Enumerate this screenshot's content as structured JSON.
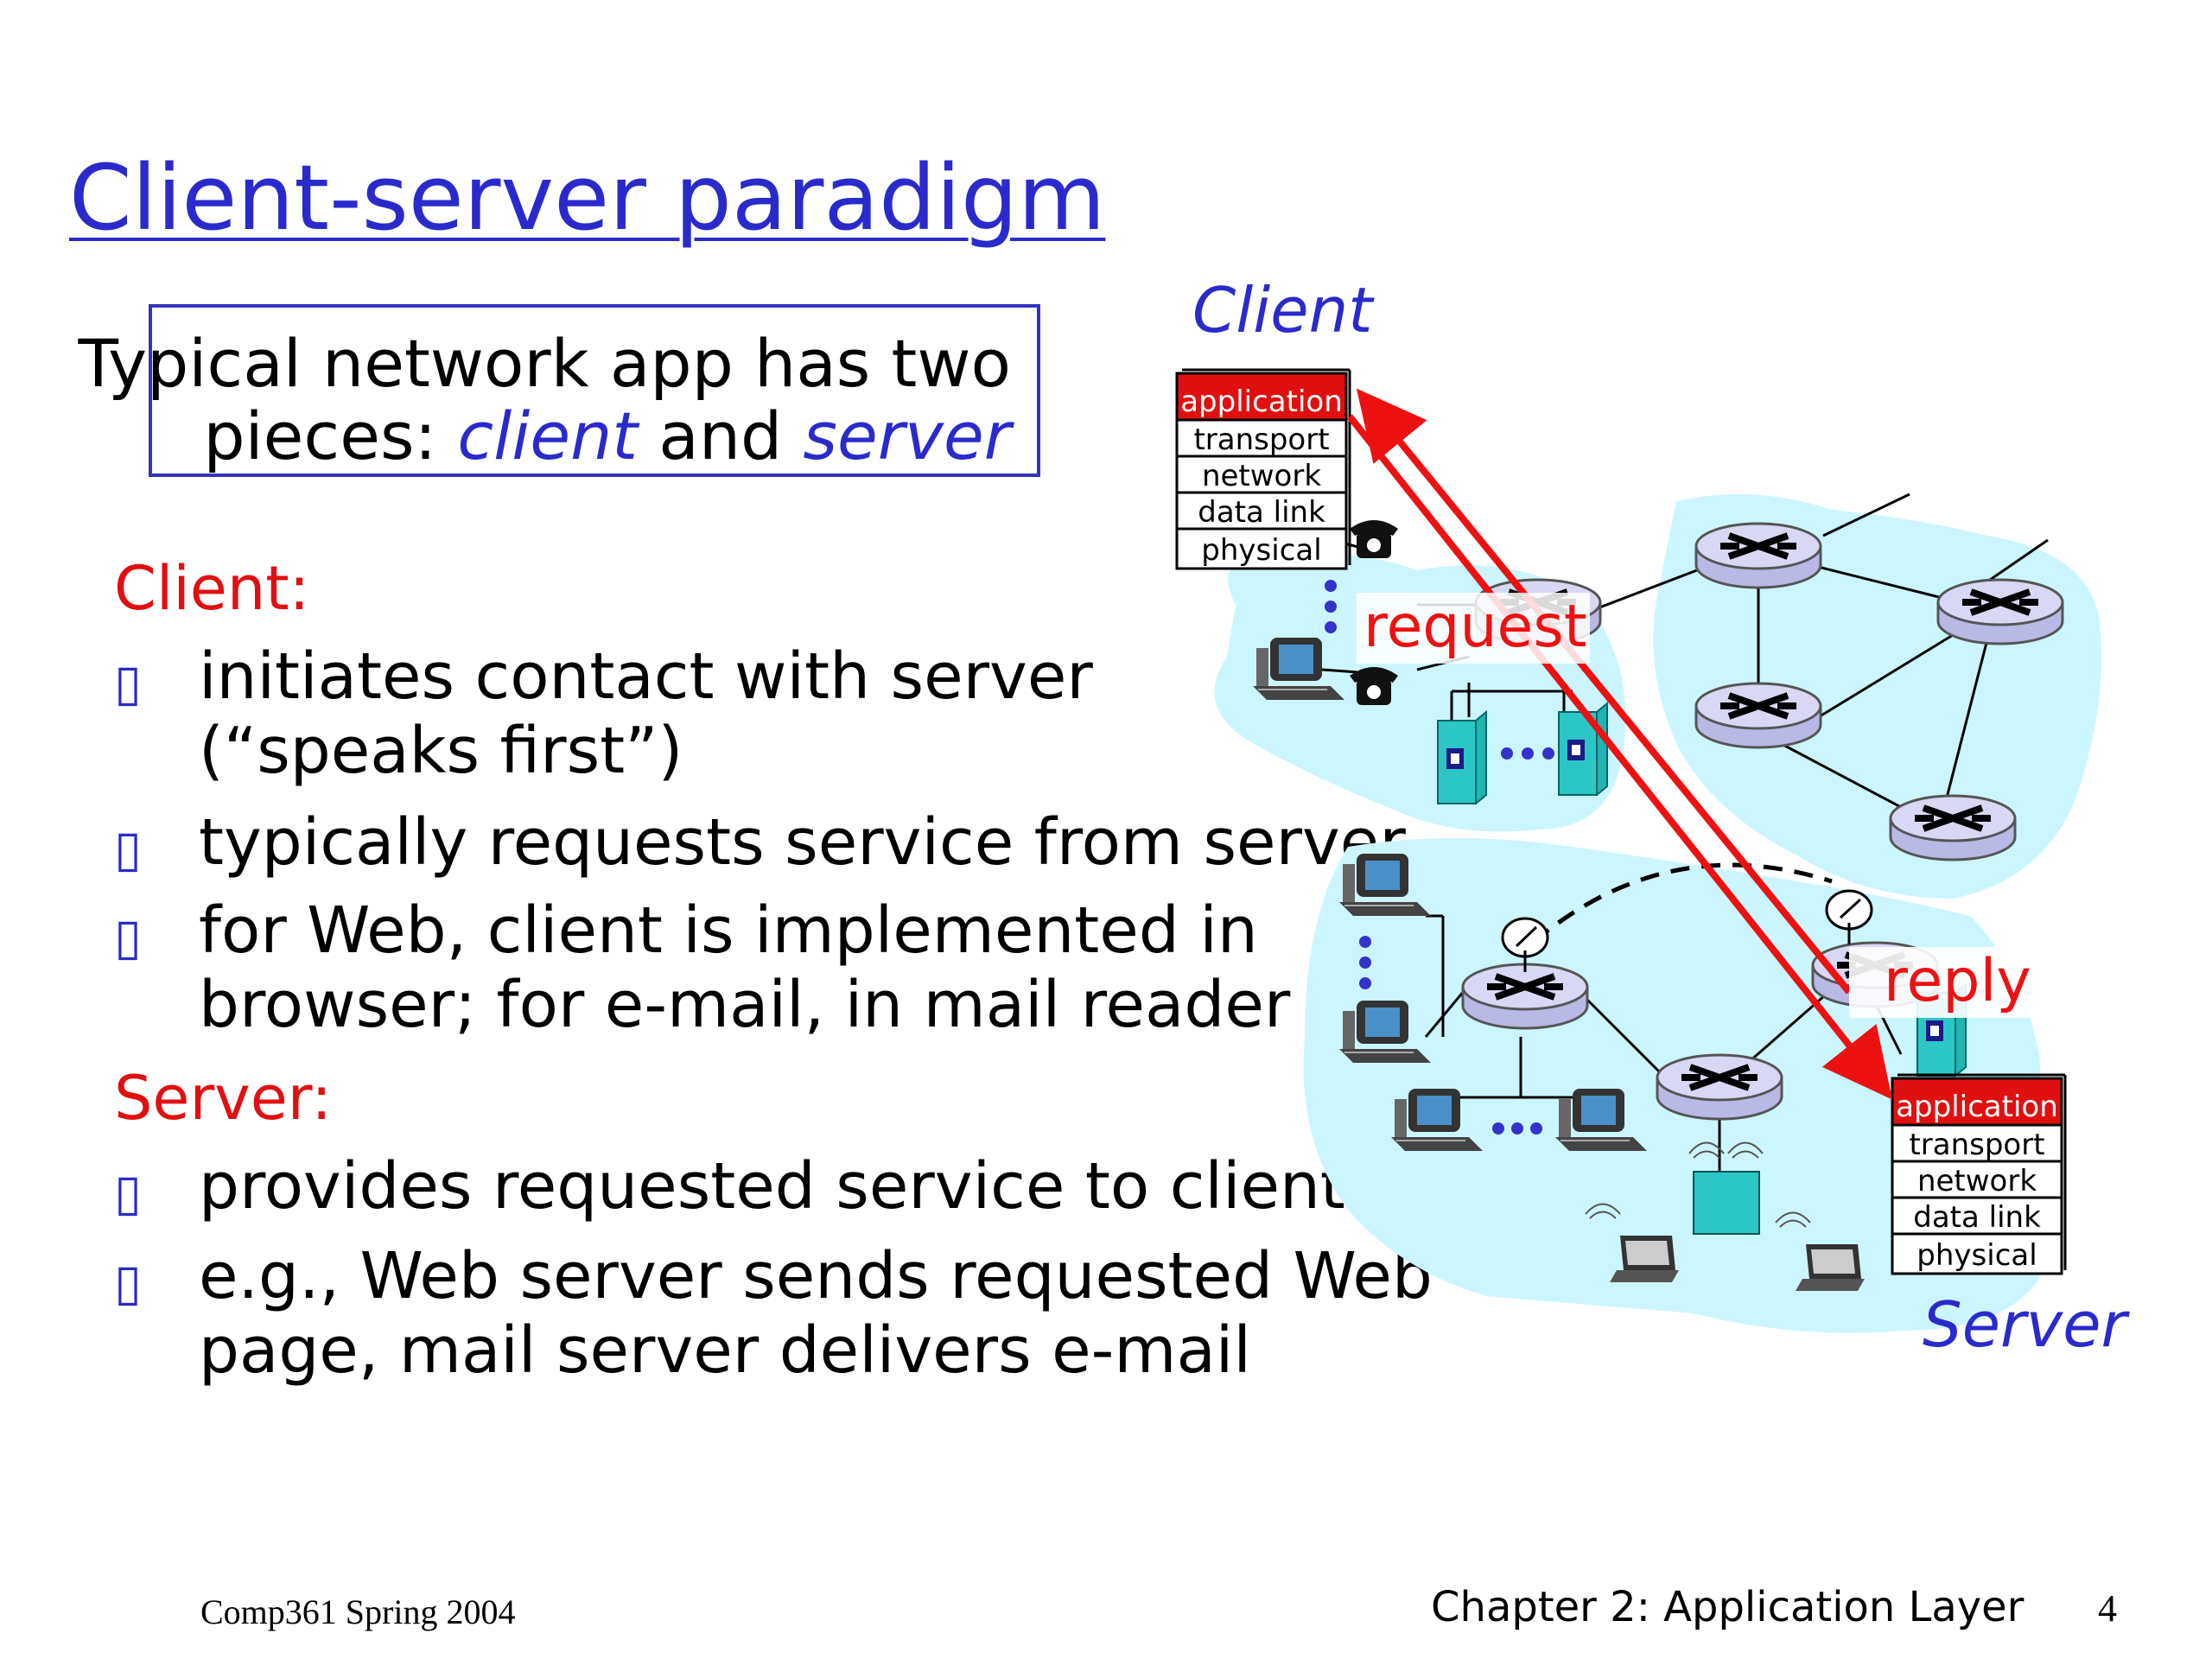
{
  "slide": {
    "title": "Client-server paradigm",
    "box": {
      "line1": "Typical network app has two",
      "line2_prefix": "pieces: ",
      "line2_client": "client",
      "line2_mid": " and ",
      "line2_server": "server"
    },
    "client_heading": "Client:",
    "client_bullets": [
      {
        "lines": [
          "initiates contact with server",
          "(“speaks first”)"
        ]
      },
      {
        "lines": [
          "typically requests service from server"
        ]
      },
      {
        "lines": [
          "for Web, client is implemented in",
          "browser; for e-mail, in mail reader"
        ]
      }
    ],
    "server_heading": "Server:",
    "server_bullets": [
      {
        "lines": [
          "provides requested service to client"
        ]
      },
      {
        "lines": [
          "e.g., Web server sends requested Web",
          "page, mail server delivers e-mail"
        ]
      }
    ],
    "bullet_glyph": "▯"
  },
  "diagram": {
    "client_label": "Client",
    "server_label": "Server",
    "request_label": "request",
    "reply_label": "reply",
    "stack": [
      "application",
      "transport",
      "network",
      "data link",
      "physical"
    ]
  },
  "footer": {
    "course": "Comp361   Spring 2004",
    "chapter": "Chapter 2: Application Layer",
    "page": "4"
  },
  "colors": {
    "title": "#2a2acc",
    "heading": "#e01010",
    "cloud": "#ccf6ff",
    "arrow": "#ee1111",
    "app_layer": "#e01010"
  }
}
